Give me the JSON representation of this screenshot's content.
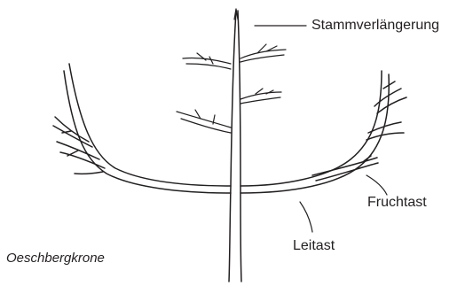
{
  "labels": {
    "stamm": "Stammverlängerung",
    "frucht": "Fruchtast",
    "leit": "Leitast"
  },
  "caption": "Oeschbergkrone",
  "colors": {
    "ink": "#231f20",
    "background": "#ffffff"
  }
}
